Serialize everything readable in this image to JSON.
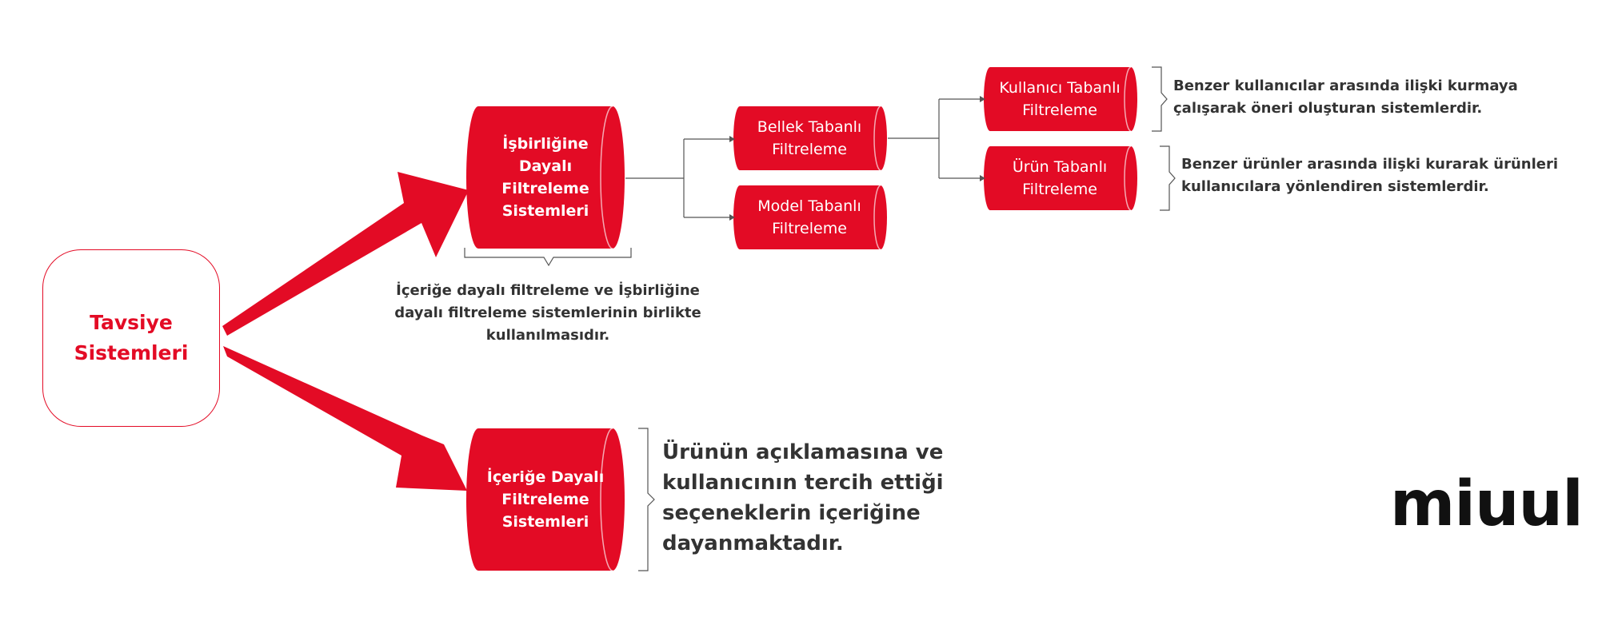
{
  "colors": {
    "accent": "#e30b25",
    "text": "#333333",
    "logo": "#111111",
    "line": "#555555"
  },
  "root": {
    "label": "Tavsiye\nSistemleri"
  },
  "nodes": {
    "collaborative": "İşbirliğine\nDayalı\nFiltreleme\nSistemleri",
    "content_based": "İçeriğe Dayalı\nFiltreleme\nSistemleri",
    "memory_based": "Bellek Tabanlı\nFiltreleme",
    "model_based": "Model Tabanlı\nFiltreleme",
    "user_based": "Kullanıcı Tabanlı\nFiltreleme",
    "item_based": "Ürün Tabanlı\nFiltreleme"
  },
  "notes": {
    "hybrid": "İçeriğe dayalı filtreleme ve İşbirliğine\ndayalı filtreleme sistemlerinin birlikte\nkullanılmasıdır.",
    "user_based": "Benzer kullanıcılar arasında ilişki kurmaya\nçalışarak öneri oluşturan sistemlerdir.",
    "item_based": "Benzer ürünler arasında ilişki kurarak ürünleri\nkullanıcılara yönlendiren sistemlerdir.",
    "content_based": "Ürünün açıklamasına ve\nkullanıcının tercih ettiği\nseçeneklerin içeriğine\ndayanmaktadır."
  },
  "logo": {
    "text": "miuul"
  }
}
